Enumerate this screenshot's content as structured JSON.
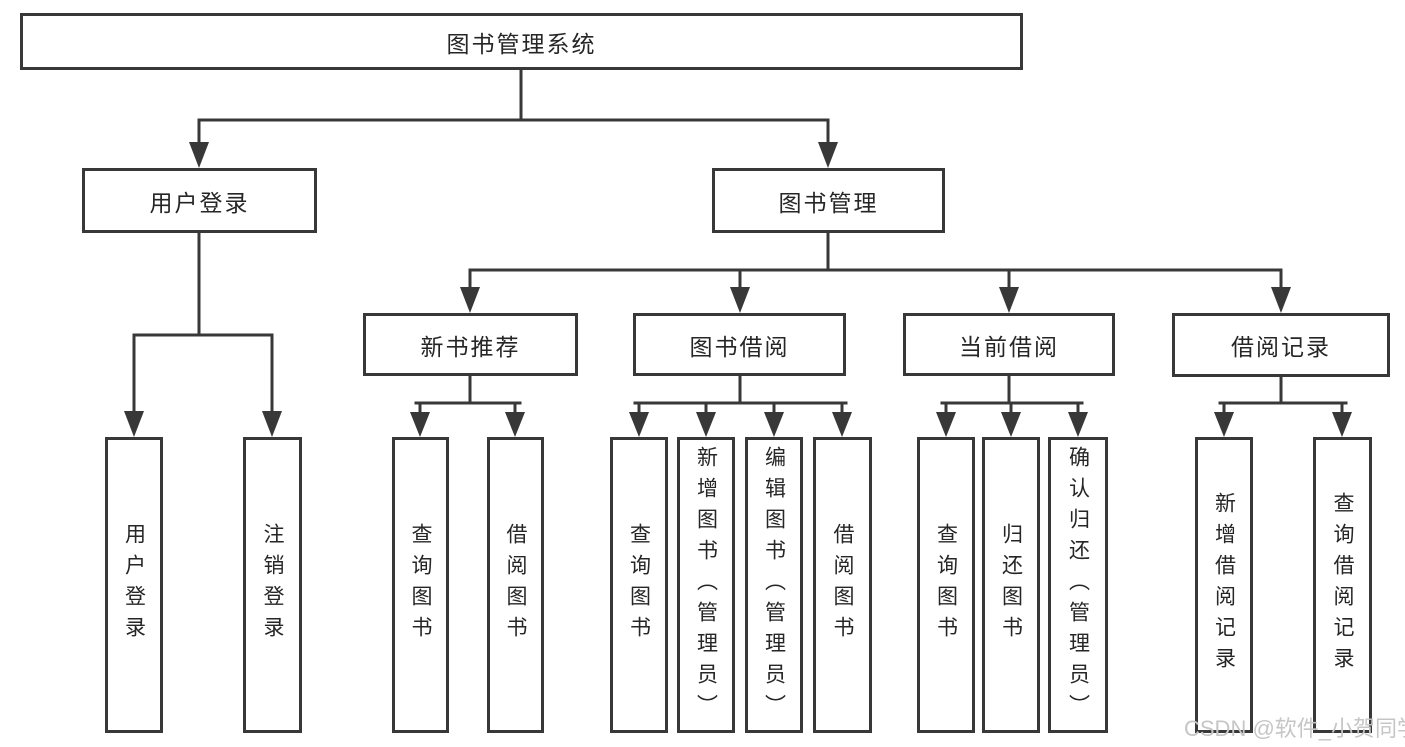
{
  "diagram": {
    "title": "图书管理系统",
    "branches": [
      {
        "label": "用户登录",
        "children": [
          {
            "label": "用户登录"
          },
          {
            "label": "注销登录"
          }
        ]
      },
      {
        "label": "图书管理",
        "children": [
          {
            "label": "新书推荐",
            "children": [
              {
                "label": "查询图书"
              },
              {
                "label": "借阅图书"
              }
            ]
          },
          {
            "label": "图书借阅",
            "children": [
              {
                "label": "查询图书"
              },
              {
                "label": "新增图书（管理员）"
              },
              {
                "label": "编辑图书（管理员）"
              },
              {
                "label": "借阅图书"
              }
            ]
          },
          {
            "label": "当前借阅",
            "children": [
              {
                "label": "查询图书"
              },
              {
                "label": "归还图书"
              },
              {
                "label": "确认归还（管理员）"
              }
            ]
          },
          {
            "label": "借阅记录",
            "children": [
              {
                "label": "新增借阅记录"
              },
              {
                "label": "查询借阅记录"
              }
            ]
          }
        ]
      }
    ]
  },
  "watermark": {
    "text": "CSDN @软件_小贺同学"
  },
  "colors": {
    "line": "#383838",
    "text": "#262626",
    "wm": "#c6c6c6",
    "bg": "#ffffff"
  }
}
